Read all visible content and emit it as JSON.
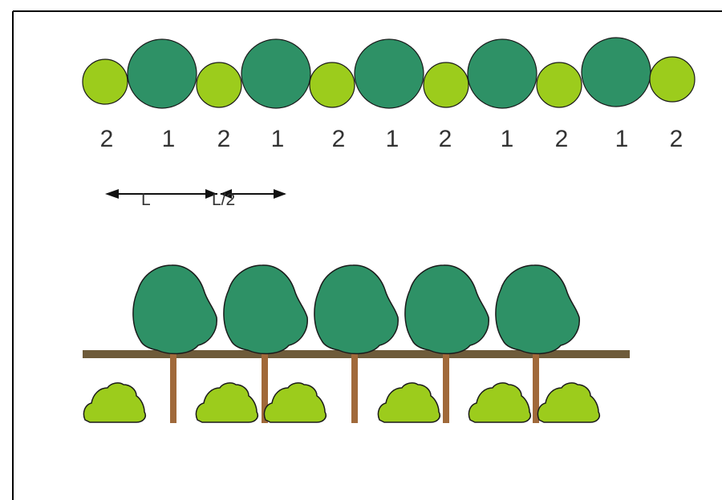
{
  "colors": {
    "large_tree": "#2e9166",
    "small_tree": "#9ccc1c",
    "shrub": "#9ccc1c",
    "trunk": "#a0693a",
    "ground": "#6e5b3a",
    "outline": "#1a1a1a",
    "text": "#333333"
  },
  "top_row": {
    "labels": [
      "2",
      "1",
      "2",
      "1",
      "2",
      "1",
      "2",
      "1",
      "2",
      "1",
      "2"
    ]
  },
  "spacing": {
    "arrow_L_label": "L",
    "arrow_L2_label": "L/2"
  },
  "icons": {
    "large": "large-tree-crown-icon",
    "small": "small-tree-crown-icon",
    "shrub": "shrub-icon",
    "trunk": "trunk-icon",
    "ground": "ground-line-icon"
  }
}
